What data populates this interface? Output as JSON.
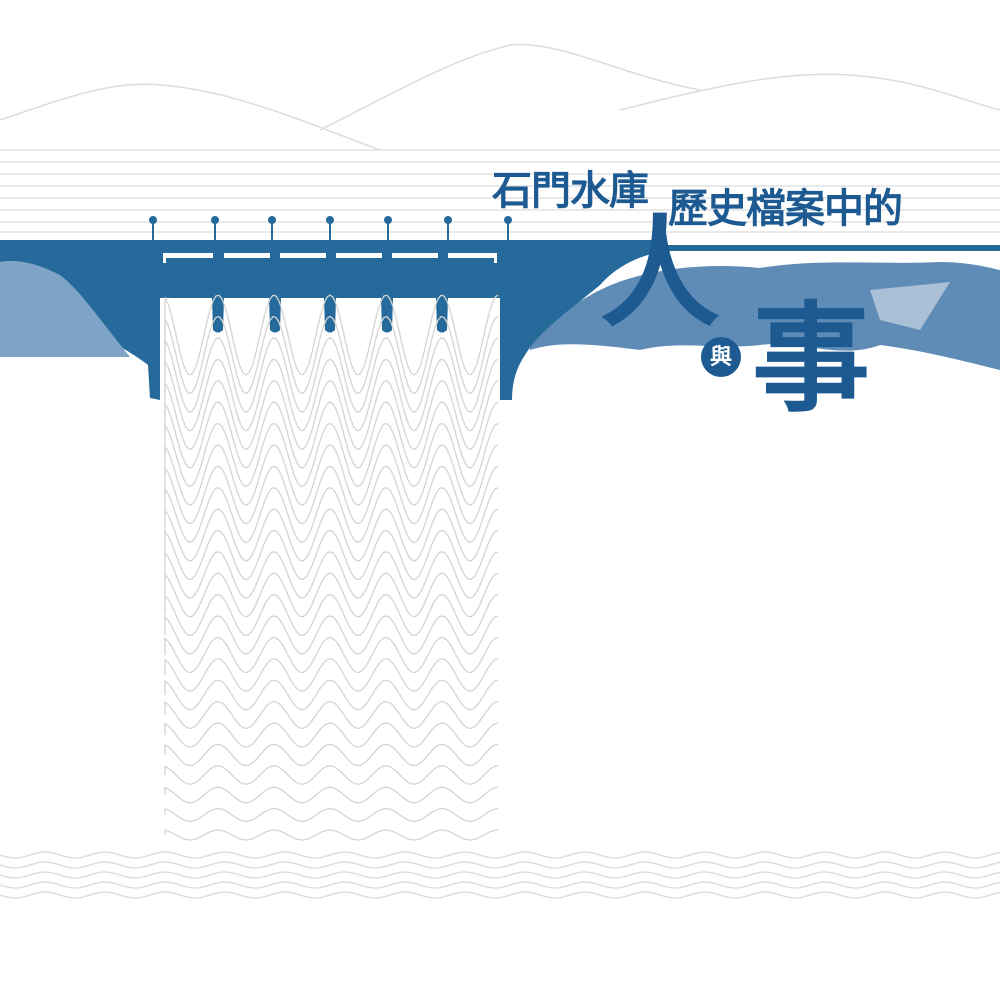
{
  "title": {
    "line1": "石門水庫",
    "line2": "歷史檔案中的",
    "person": "人",
    "and": "與",
    "matter": "事"
  },
  "colors": {
    "dam": "#256a9a",
    "title": "#1d5a92",
    "landscape": "#5f8cb7",
    "lines": "#dcdcdc"
  }
}
